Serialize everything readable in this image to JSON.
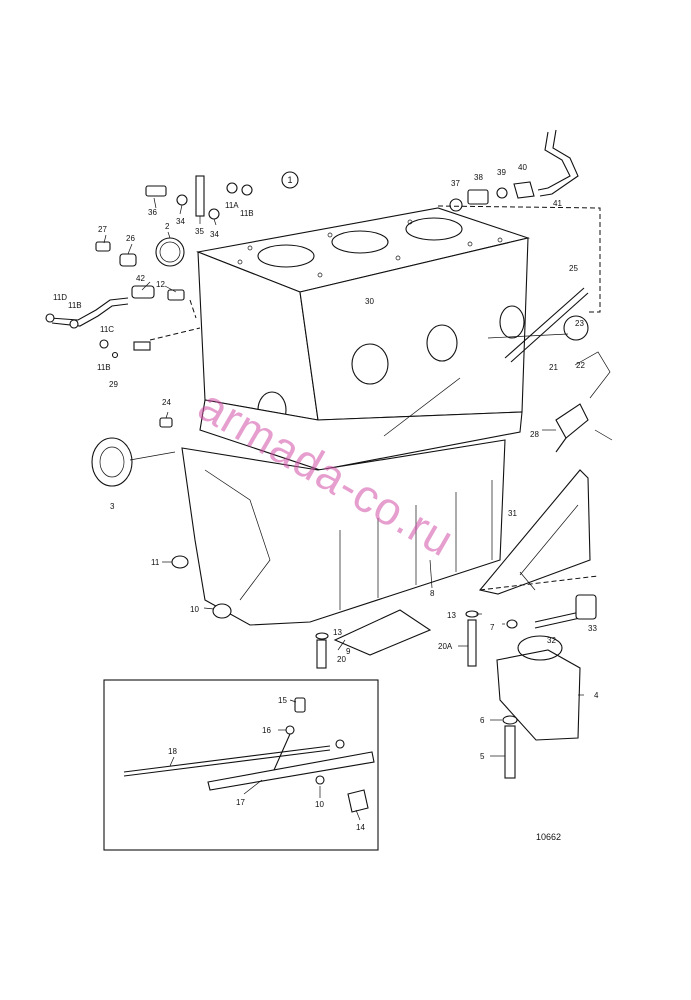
{
  "drawing": {
    "sheet_marker": "1",
    "drawing_number": "10662",
    "watermark": "armada-co.ru"
  },
  "callouts": [
    {
      "id": "c36",
      "text": "36"
    },
    {
      "id": "c34a",
      "text": "34"
    },
    {
      "id": "c35",
      "text": "35"
    },
    {
      "id": "c34b",
      "text": "34"
    },
    {
      "id": "c11A",
      "text": "11A"
    },
    {
      "id": "c11B_top",
      "text": "11B"
    },
    {
      "id": "c2",
      "text": "2"
    },
    {
      "id": "c27",
      "text": "27"
    },
    {
      "id": "c26",
      "text": "26"
    },
    {
      "id": "c42",
      "text": "42"
    },
    {
      "id": "c12",
      "text": "12"
    },
    {
      "id": "c11D",
      "text": "11D"
    },
    {
      "id": "c11B_left",
      "text": "11B"
    },
    {
      "id": "c11C",
      "text": "11C"
    },
    {
      "id": "c11B_low",
      "text": "11B"
    },
    {
      "id": "c29",
      "text": "29"
    },
    {
      "id": "c30",
      "text": "30"
    },
    {
      "id": "c24",
      "text": "24"
    },
    {
      "id": "c3",
      "text": "3"
    },
    {
      "id": "c11",
      "text": "11"
    },
    {
      "id": "c10_top",
      "text": "10"
    },
    {
      "id": "c37",
      "text": "37"
    },
    {
      "id": "c38",
      "text": "38"
    },
    {
      "id": "c39",
      "text": "39"
    },
    {
      "id": "c40",
      "text": "40"
    },
    {
      "id": "c41",
      "text": "41"
    },
    {
      "id": "c25",
      "text": "25"
    },
    {
      "id": "c23",
      "text": "23"
    },
    {
      "id": "c22",
      "text": "22"
    },
    {
      "id": "c21",
      "text": "21"
    },
    {
      "id": "c28",
      "text": "28"
    },
    {
      "id": "c31",
      "text": "31"
    },
    {
      "id": "c8",
      "text": "8"
    },
    {
      "id": "c13_right",
      "text": "13"
    },
    {
      "id": "c7",
      "text": "7"
    },
    {
      "id": "c32",
      "text": "32"
    },
    {
      "id": "c33",
      "text": "33"
    },
    {
      "id": "c13_left",
      "text": "13"
    },
    {
      "id": "c9",
      "text": "9"
    },
    {
      "id": "c20",
      "text": "20"
    },
    {
      "id": "c20A",
      "text": "20A"
    },
    {
      "id": "c4",
      "text": "4"
    },
    {
      "id": "c6",
      "text": "6"
    },
    {
      "id": "c5",
      "text": "5"
    },
    {
      "id": "c15",
      "text": "15"
    },
    {
      "id": "c16",
      "text": "16"
    },
    {
      "id": "c18",
      "text": "18"
    },
    {
      "id": "c17",
      "text": "17"
    },
    {
      "id": "c10_inset",
      "text": "10"
    },
    {
      "id": "c14",
      "text": "14"
    }
  ]
}
